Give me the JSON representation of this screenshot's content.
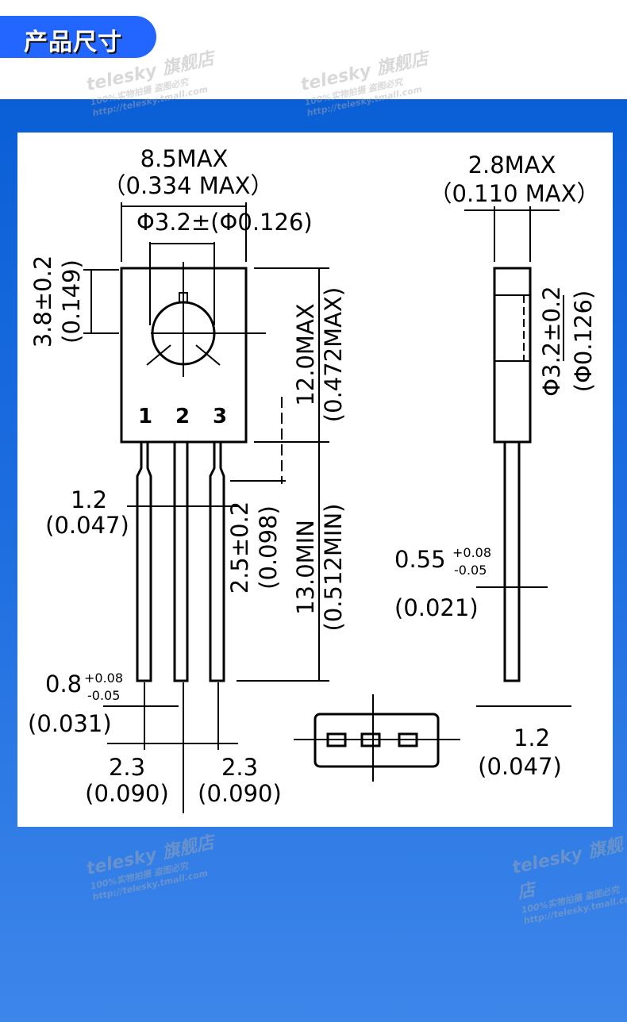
{
  "header": {
    "title": "产品尺寸",
    "accent": "#2266ff",
    "background": "#0b5fd6"
  },
  "watermark": {
    "brand": "telesky 旗舰店",
    "line1": "100%实物拍摄 盗图必究",
    "line2": "http://telesky.tmall.com"
  },
  "front_view": {
    "width": "8.5MAX",
    "width_in": "（0.334 MAX）",
    "hole": "Φ3.2±(Φ0.126)",
    "hole_pos": "3.8±0.2",
    "hole_pos_in": "(0.149)",
    "height": "12.0MAX",
    "height_in": "(0.472MAX)",
    "pins": [
      "1",
      "2",
      "3"
    ],
    "lead_width": "1.2",
    "lead_width_in": "(0.047)",
    "shoulder": "2.5±0.2",
    "shoulder_in": "(0.098)",
    "lead_length": "13.0MIN",
    "lead_length_in": "(0.512MIN)",
    "lead_thick": "0.8",
    "lead_thick_plus": "+0.08",
    "lead_thick_minus": "-0.05",
    "lead_thick_in": "(0.031)",
    "pitch_left": "2.3",
    "pitch_left_in": "(0.090)",
    "pitch_right": "2.3",
    "pitch_right_in": "(0.090)"
  },
  "side_view": {
    "depth": "2.8MAX",
    "depth_in": "（0.110 MAX）",
    "hole": "Φ3.2±0.2",
    "hole_in": "(Φ0.126)",
    "lead": "0.55",
    "lead_plus": "+0.08",
    "lead_minus": "-0.05",
    "lead_in": "(0.021)",
    "width": "1.2",
    "width_in": "(0.047)"
  }
}
